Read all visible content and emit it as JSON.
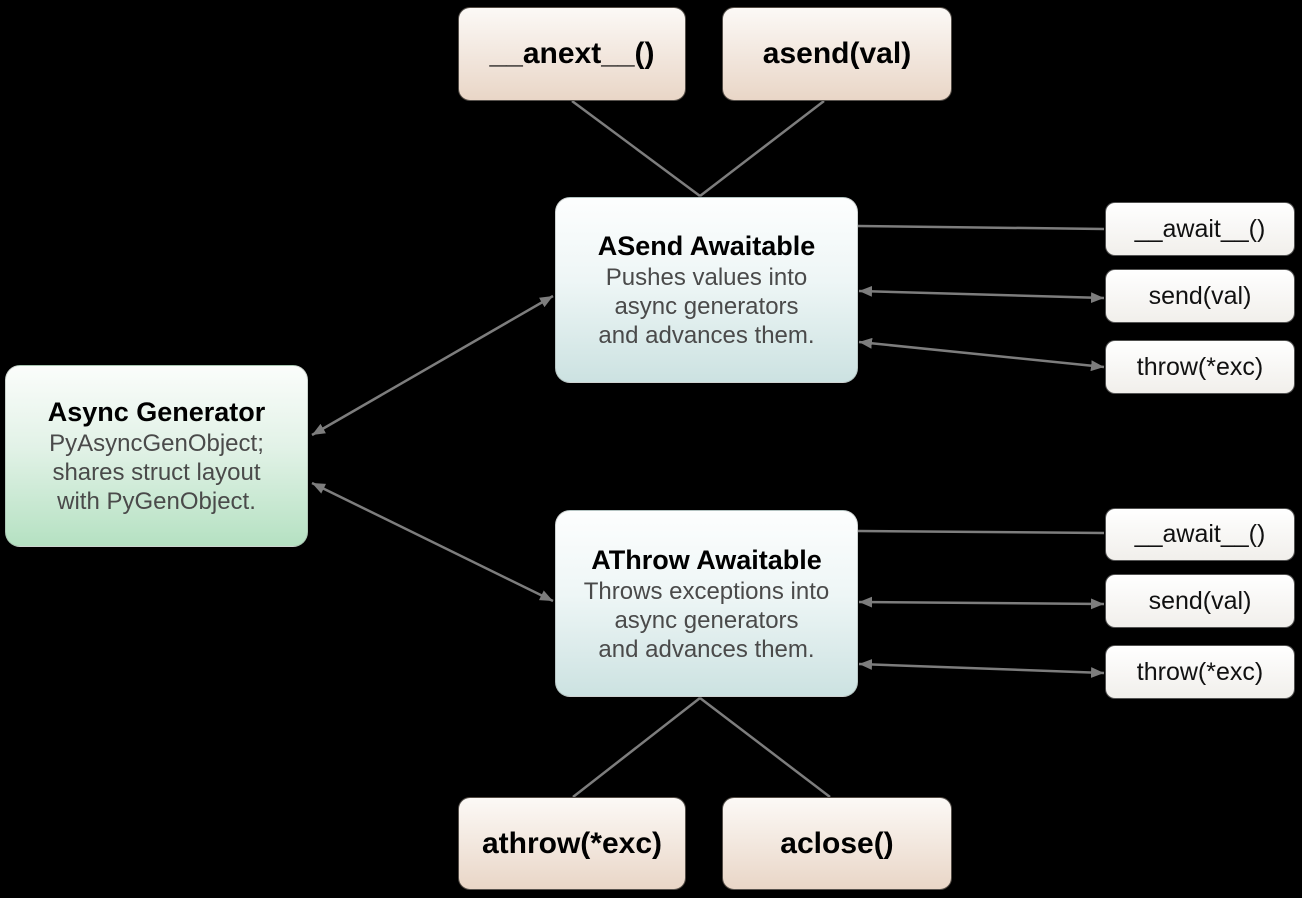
{
  "colors": {
    "background": "#000000",
    "connector": "#7d7d7d",
    "warm_box_top": "#fcf9f6",
    "warm_box_bottom": "#e9d6c7",
    "teal_box_top": "#fdfefe",
    "teal_box_bottom": "#cce2e1",
    "green_box_top": "#fbfdfb",
    "green_box_bottom": "#b5e1c2",
    "method_box_top": "#ffffff",
    "method_box_bottom": "#f1efeb",
    "title_text": "#000000",
    "body_text": "#4a4a4a"
  },
  "nodes": {
    "anext": {
      "label": "__anext__()"
    },
    "asend": {
      "label": "asend(val)"
    },
    "asend_awaitable": {
      "title": "ASend Awaitable",
      "body_lines": [
        "Pushes values into",
        "async generators",
        "and advances them."
      ]
    },
    "athrow_awaitable": {
      "title": "AThrow Awaitable",
      "body_lines": [
        "Throws exceptions into",
        "async generators",
        "and advances them."
      ]
    },
    "async_generator": {
      "title": "Async Generator",
      "body_lines": [
        "PyAsyncGenObject;",
        "shares struct layout",
        "with PyGenObject."
      ]
    },
    "asend_methods": [
      {
        "label": "__await__()"
      },
      {
        "label": "send(val)"
      },
      {
        "label": "throw(*exc)"
      }
    ],
    "athrow_methods": [
      {
        "label": "__await__()"
      },
      {
        "label": "send(val)"
      },
      {
        "label": "throw(*exc)"
      }
    ],
    "athrow_fn": {
      "label": "athrow(*exc)"
    },
    "aclose": {
      "label": "aclose()"
    }
  }
}
